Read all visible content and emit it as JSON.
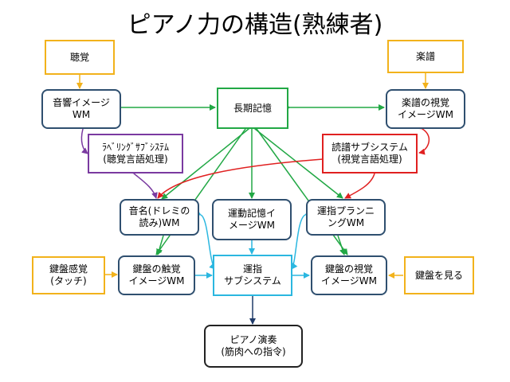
{
  "title": "ピアノ力の構造(熟練者)",
  "nodes": {
    "hearing": "聴覚",
    "sheet_music": "楽譜",
    "sound_image_wm": "音響イメージ\nWM",
    "long_term_memory": "長期記憶",
    "score_visual_wm": "楽譜の視覚\nイメージWM",
    "labeling_subsystem": "ﾗﾍﾞﾘﾝｸﾞｻﾌﾞｼｽﾃﾑ\n(聴覚言語処理)",
    "score_reading_subsystem": "読譜サブシステム\n(視覚言語処理)",
    "note_name_wm": "音名(ドレミの\n読み)WM",
    "motor_memory_wm": "運動記憶イ\nメージWM",
    "fingering_planning_wm": "運指プランニ\nングWM",
    "key_touch_sense": "鍵盤感覚\n(タッチ)",
    "key_touch_image_wm": "鍵盤の触覚\nイメージWM",
    "fingering_subsystem": "運指\nサブシステム",
    "key_visual_image_wm": "鍵盤の視覚\nイメージWM",
    "look_at_keys": "鍵盤を見る",
    "piano_performance": "ピアノ演奏\n(筋肉への指令)"
  },
  "colors": {
    "green": "#22a845",
    "purple": "#7a3aa0",
    "red": "#e02020",
    "cyan": "#2bb7e0",
    "navy": "#1f3a68",
    "yellow": "#f2b21b"
  }
}
